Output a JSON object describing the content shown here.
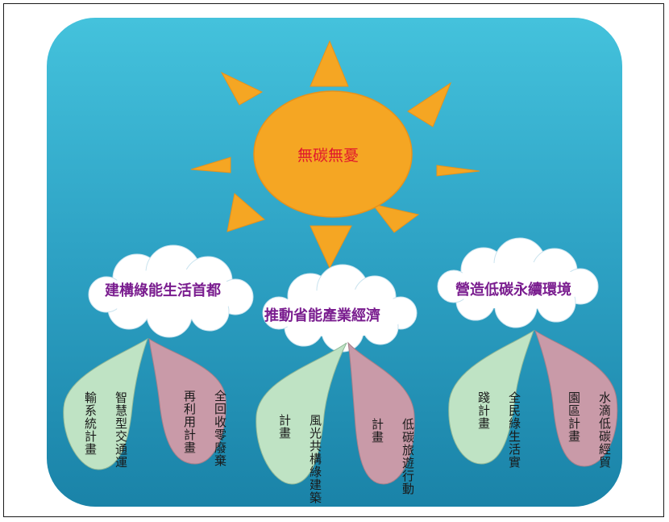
{
  "center": {
    "label": "無碳無憂"
  },
  "clouds": [
    {
      "label": "建構綠能生活首都",
      "leaves": [
        {
          "lines": [
            "智慧型交通運",
            "輸系統計畫"
          ],
          "color": "#bfe3c4"
        },
        {
          "lines": [
            "全回收零廢棄",
            "再利用計畫"
          ],
          "color": "#c99aa8"
        }
      ]
    },
    {
      "label": "推動省能產業經濟",
      "leaves": [
        {
          "lines": [
            "風光共構綠建築",
            "計畫"
          ],
          "color": "#bfe3c4"
        },
        {
          "lines": [
            "低碳旅遊行動",
            "計畫"
          ],
          "color": "#c99aa8"
        }
      ]
    },
    {
      "label": "營造低碳永續環境",
      "leaves": [
        {
          "lines": [
            "全民綠生活實",
            "踐計畫"
          ],
          "color": "#bfe3c4"
        },
        {
          "lines": [
            "水滴低碳經貿",
            "園區計畫"
          ],
          "color": "#c99aa8"
        }
      ]
    }
  ],
  "colors": {
    "sun": "#f5a623",
    "sun_stroke": "#e8921a",
    "panel_top": "#44c2dc",
    "panel_bottom": "#1a83a8",
    "cloud_text": "#7a1d8f",
    "center_text": "#e0182c"
  }
}
